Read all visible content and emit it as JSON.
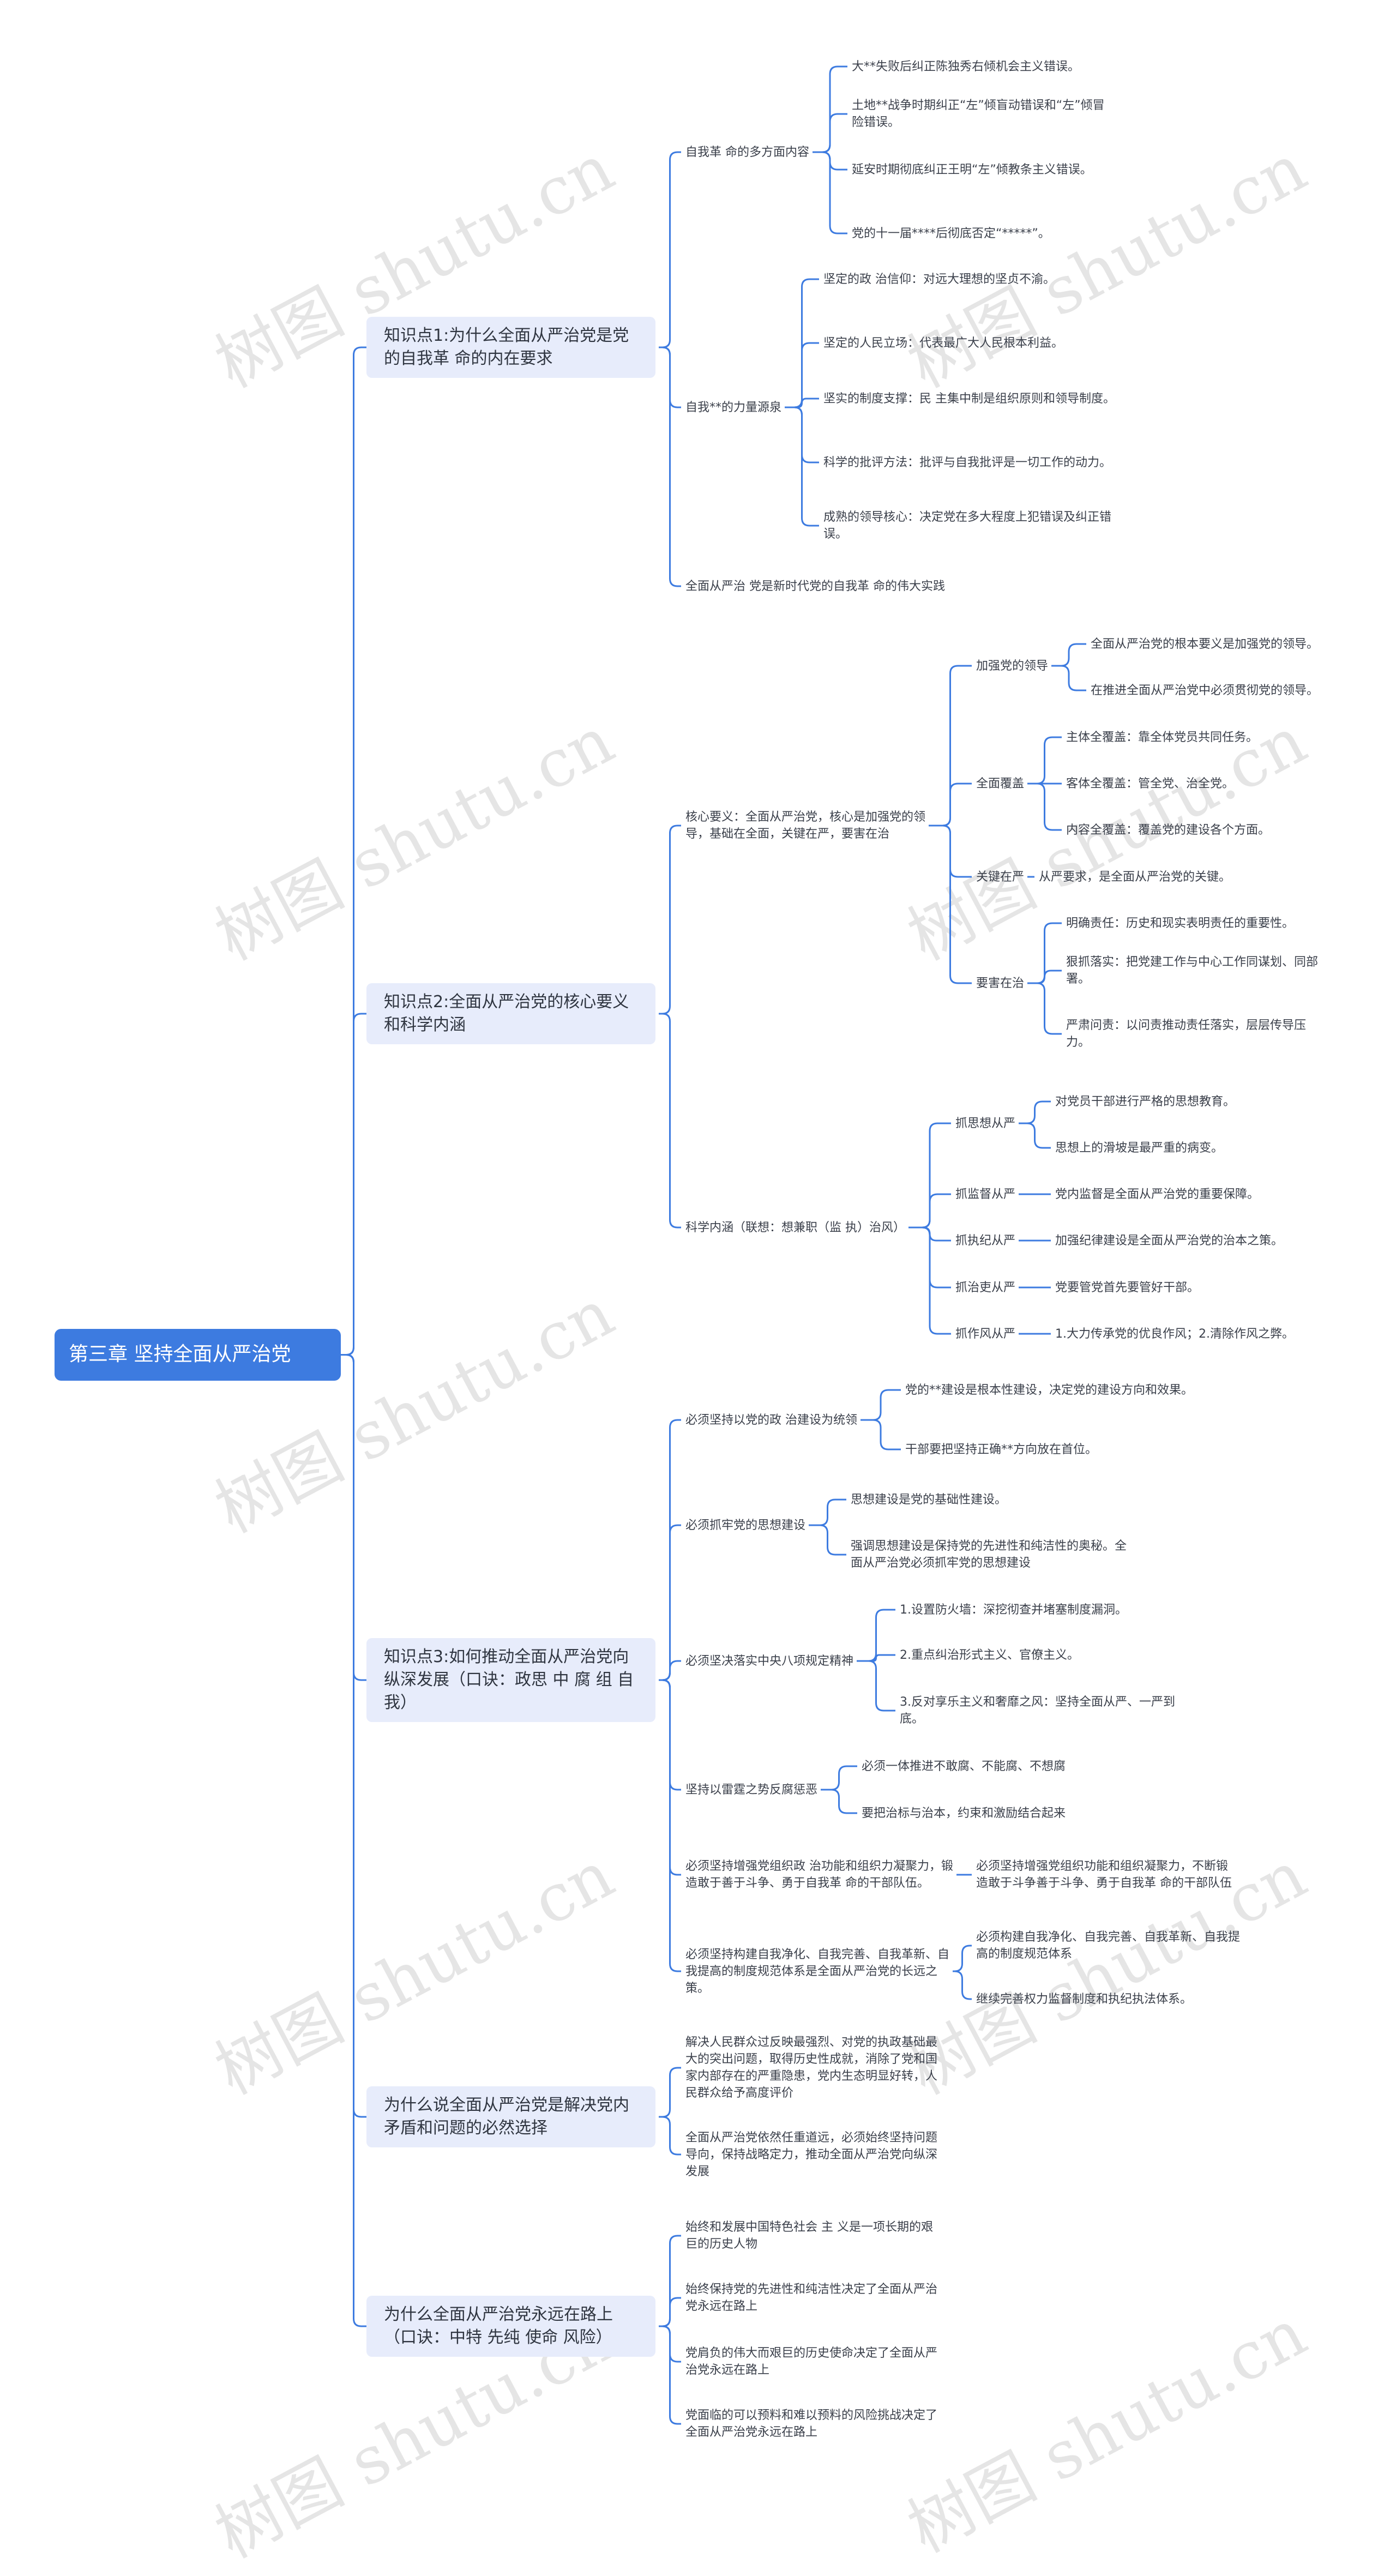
{
  "watermark": "树图 shutu.cn",
  "colors": {
    "line": "#3d7be0",
    "root_bg": "#3d7be0",
    "branch_bg": "#e7ecfb"
  },
  "root": "第三章 坚持全面从严治党",
  "branches": [
    {
      "label": "知识点1:为什么全面从严治党是党的自我革 命的内在要求",
      "children": [
        {
          "label": "自我革 命的多方面内容",
          "children": [
            {
              "label": "大**失败后纠正陈独秀右倾机会主义错误。"
            },
            {
              "label": "土地**战争时期纠正“左”倾盲动错误和“左”倾冒险错误。"
            },
            {
              "label": "延安时期彻底纠正王明“左”倾教条主义错误。"
            },
            {
              "label": "党的十一届****后彻底否定“*****”。"
            }
          ]
        },
        {
          "label": "自我**的力量源泉",
          "children": [
            {
              "label": "坚定的政 治信仰：对远大理想的坚贞不渝。"
            },
            {
              "label": "坚定的人民立场：代表最广大人民根本利益。"
            },
            {
              "label": "坚实的制度支撑：民 主集中制是组织原则和领导制度。"
            },
            {
              "label": "科学的批评方法：批评与自我批评是一切工作的动力。"
            },
            {
              "label": "成熟的领导核心：决定党在多大程度上犯错误及纠正错误。"
            }
          ]
        },
        {
          "label": "全面从严治 党是新时代党的自我革 命的伟大实践"
        }
      ]
    },
    {
      "label": "知识点2:全面从严治党的核心要义和科学内涵",
      "children": [
        {
          "label": "核心要义：全面从严治党，核心是加强党的领导，基础在全面，关键在严，要害在治",
          "children": [
            {
              "label": "加强党的领导",
              "children": [
                {
                  "label": "全面从严治党的根本要义是加强党的领导。"
                },
                {
                  "label": "在推进全面从严治党中必须贯彻党的领导。"
                }
              ]
            },
            {
              "label": "全面覆盖",
              "children": [
                {
                  "label": "主体全覆盖：靠全体党员共同任务。"
                },
                {
                  "label": "客体全覆盖：管全党、治全党。"
                },
                {
                  "label": "内容全覆盖：覆盖党的建设各个方面。"
                }
              ]
            },
            {
              "label": "关键在严",
              "children": [
                {
                  "label": "从严要求，是全面从严治党的关键。"
                }
              ]
            },
            {
              "label": "要害在治",
              "children": [
                {
                  "label": "明确责任：历史和现实表明责任的重要性。"
                },
                {
                  "label": "狠抓落实：把党建工作与中心工作同谋划、同部署。"
                },
                {
                  "label": "严肃问责：以问责推动责任落实，层层传导压力。"
                }
              ]
            }
          ]
        },
        {
          "label": "科学内涵（联想：想兼职（监 执）治风）",
          "children": [
            {
              "label": "抓思想从严",
              "children": [
                {
                  "label": "对党员干部进行严格的思想教育。"
                },
                {
                  "label": "思想上的滑坡是最严重的病变。"
                }
              ]
            },
            {
              "label": "抓监督从严",
              "children": [
                {
                  "label": "党内监督是全面从严治党的重要保障。"
                }
              ]
            },
            {
              "label": "抓执纪从严",
              "children": [
                {
                  "label": "加强纪律建设是全面从严治党的治本之策。"
                }
              ]
            },
            {
              "label": "抓治吏从严",
              "children": [
                {
                  "label": "党要管党首先要管好干部。"
                }
              ]
            },
            {
              "label": "抓作风从严",
              "children": [
                {
                  "label": "1.大力传承党的优良作风；2.清除作风之弊。"
                }
              ]
            }
          ]
        }
      ]
    },
    {
      "label": "知识点3:如何推动全面从严治党向纵深发展（口诀：政思 中 腐  组 自 我）",
      "children": [
        {
          "label": "必须坚持以党的政 治建设为统领",
          "children": [
            {
              "label": "党的**建设是根本性建设，决定党的建设方向和效果。"
            },
            {
              "label": "干部要把坚持正确**方向放在首位。"
            }
          ]
        },
        {
          "label": "必须抓牢党的思想建设",
          "children": [
            {
              "label": "思想建设是党的基础性建设。"
            },
            {
              "label": "强调思想建设是保持党的先进性和纯洁性的奥秘。全面从严治党必须抓牢党的思想建设"
            }
          ]
        },
        {
          "label": "必须坚决落实中央八项规定精神",
          "children": [
            {
              "label": "1.设置防火墙：深挖彻查并堵塞制度漏洞。"
            },
            {
              "label": "2.重点纠治形式主义、官僚主义。"
            },
            {
              "label": "3.反对享乐主义和奢靡之风：坚持全面从严、一严到底。"
            }
          ]
        },
        {
          "label": "坚持以雷霆之势反腐惩恶",
          "children": [
            {
              "label": "必须一体推进不敢腐、不能腐、不想腐"
            },
            {
              "label": "要把治标与治本，约束和激励结合起来"
            }
          ]
        },
        {
          "label": "必须坚持增强党组织政 治功能和组织力凝聚力，锻造敢于善于斗争、勇于自我革 命的干部队伍。",
          "children": [
            {
              "label": "必须坚持增强党组织功能和组织凝聚力，不断锻造敢于斗争善于斗争、勇于自我革 命的干部队伍"
            }
          ]
        },
        {
          "label": "必须坚持构建自我净化、自我完善、自我革新、自我提高的制度规范体系是全面从严治党的长远之策。",
          "children": [
            {
              "label": "必须构建自我净化、自我完善、自我革新、自我提高的制度规范体系"
            },
            {
              "label": "继续完善权力监督制度和执纪执法体系。"
            }
          ]
        }
      ]
    },
    {
      "label": "为什么说全面从严治党是解决党内矛盾和问题的必然选择",
      "children": [
        {
          "label": "解决人民群众过反映最强烈、对党的执政基础最大的突出问题，取得历史性成就，消除了党和国家内部存在的严重隐患，党内生态明显好转，人民群众给予高度评价"
        },
        {
          "label": "全面从严治党依然任重道远，必须始终坚持问题导向，保持战略定力，推动全面从严治党向纵深发展"
        }
      ]
    },
    {
      "label": "为什么全面从严治党永远在路上（口诀：中特 先纯 使命 风险）",
      "children": [
        {
          "label": "始终和发展中国特色社会 主 义是一项长期的艰巨的历史人物"
        },
        {
          "label": "始终保持党的先进性和纯洁性决定了全面从严治党永远在路上"
        },
        {
          "label": "党肩负的伟大而艰巨的历史使命决定了全面从严治党永远在路上"
        },
        {
          "label": "党面临的可以预料和难以预料的风险挑战决定了全面从严治党永远在路上"
        }
      ]
    }
  ]
}
